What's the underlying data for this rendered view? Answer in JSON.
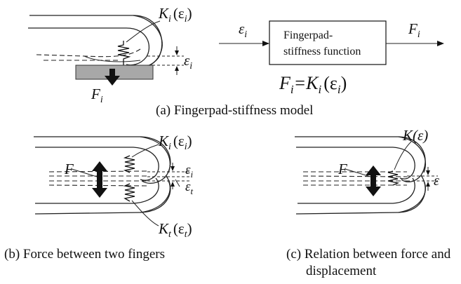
{
  "panel_a": {
    "spring_label_K": "K",
    "spring_label_sub": "i",
    "spring_label_arg": "(ε",
    "spring_label_arg_sub": "i",
    "spring_label_close": ")",
    "displacement_symbol": "ε",
    "displacement_sub": "i",
    "force_symbol": "F",
    "force_sub": "i",
    "input_symbol": "ε",
    "input_sub": "i",
    "box_line1": "Fingerpad-",
    "box_line2": "stiffness function",
    "output_symbol": "F",
    "output_sub": "i",
    "equation_lhs": "F",
    "equation_lhs_sub": "i",
    "equation_eq": "=K",
    "equation_rhs_sub": "i",
    "equation_arg": "(ε",
    "equation_arg_sub": "i",
    "equation_close": ")",
    "caption": "(a) Fingerpad-stiffness model"
  },
  "panel_b": {
    "force_symbol": "F",
    "top_spring_K": "K",
    "top_spring_sub": "i",
    "top_spring_arg": "(ε",
    "top_spring_arg_sub": "i",
    "top_spring_close": ")",
    "bottom_spring_K": "K",
    "bottom_spring_sub": "t",
    "bottom_spring_arg": "(ε",
    "bottom_spring_arg_sub": "t",
    "bottom_spring_close": ")",
    "eps_i": "ε",
    "eps_i_sub": "i",
    "eps_t": "ε",
    "eps_t_sub": "t",
    "caption": "(b) Force between two fingers"
  },
  "panel_c": {
    "force_symbol": "F",
    "spring_label": "K(ε)",
    "eps": "ε",
    "caption_line1": "(c) Relation between force and",
    "caption_line2": "displacement"
  }
}
